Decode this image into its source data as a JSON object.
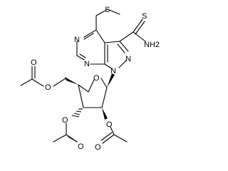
{
  "molecule": {
    "atoms": {
      "s_methylthio": "S",
      "n_pyrimidine_top": "N",
      "n_pyrimidine_bottom": "N",
      "n_pyrazole": "N",
      "n_pyrazole_n1": "N",
      "s_thioamide": "S",
      "nh2": "NH2",
      "o_ring": "O",
      "o_5prime": "O",
      "o_5prime_carbonyl": "O",
      "o_3prime": "O",
      "o_3prime_carbonyl": "O",
      "o_2prime": "O",
      "o_2prime_carbonyl": "O"
    }
  }
}
